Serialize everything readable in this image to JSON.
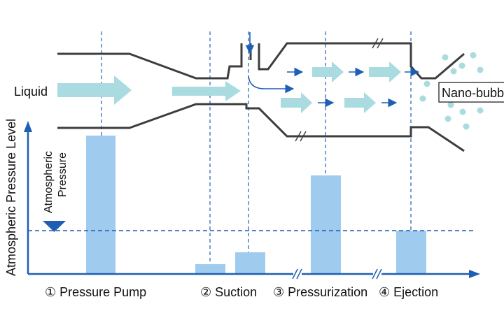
{
  "labels": {
    "liquid": "Liquid",
    "nano_bubbles": "Nano-bubb",
    "y_axis": "Atmospheric Pressure Level",
    "atmospheric_line_1": "Atmospheric",
    "atmospheric_line_2": "Pressure"
  },
  "stages": [
    {
      "id": "pump",
      "label": "① Pressure Pump"
    },
    {
      "id": "suction",
      "label": "② Suction"
    },
    {
      "id": "pressurization",
      "label": "③ Pressurization"
    },
    {
      "id": "ejection",
      "label": "④ Ejection"
    }
  ],
  "colors": {
    "pipe": "#3d3d3d",
    "accent_blue": "#1e5fb4",
    "bar_fill": "#9fcbee",
    "flow_arrow": "#a9dbe0",
    "bubble": "#a9dbdf"
  },
  "chart_data": {
    "type": "bar",
    "categories": [
      "① Pressure Pump",
      "② Suction",
      "② Suction",
      "③ Pressurization",
      "④ Ejection"
    ],
    "values": [
      1.98,
      0.14,
      0.31,
      1.41,
      0.62
    ],
    "atmospheric_reference": 0.62,
    "ylim": [
      0,
      2.2
    ],
    "ylabel": "Atmospheric Pressure Level",
    "grid": false
  }
}
